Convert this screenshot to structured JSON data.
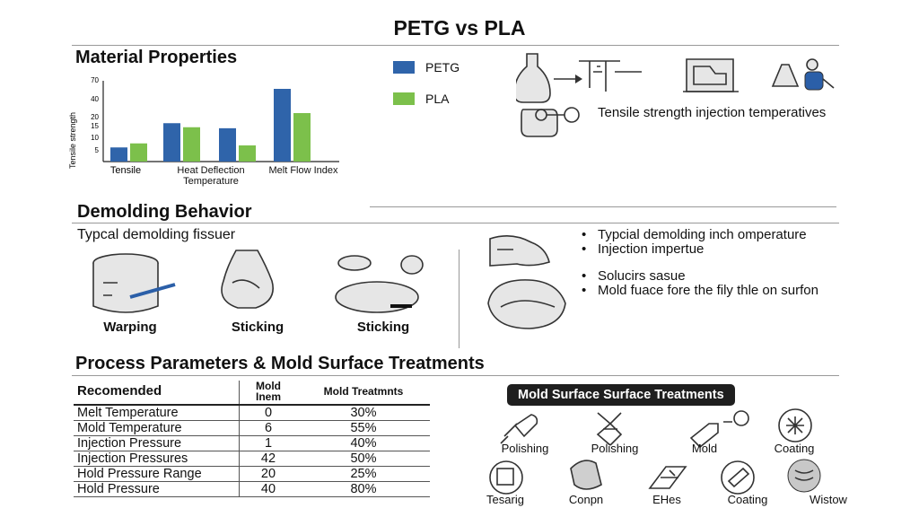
{
  "title": "PETG vs PLA",
  "material_properties": {
    "heading": "Material Properties",
    "legend": [
      {
        "label": "PETG",
        "color": "#2f64aa"
      },
      {
        "label": "PLA",
        "color": "#7cc04b"
      }
    ],
    "note": "Tensile strength injection temperatives"
  },
  "chart_data": {
    "type": "bar",
    "categories": [
      "Tensile",
      "Heat Deflection Temperature",
      "Melt Flow Index"
    ],
    "series": [
      {
        "name": "PETG",
        "values": [
          14,
          38,
          33,
          72
        ]
      },
      {
        "name": "PLA",
        "values": [
          18,
          34,
          16,
          48
        ]
      }
    ],
    "ylabel": "Tensile strength",
    "ytick_labels": [
      "70",
      "40",
      "20",
      "15",
      "10",
      "5"
    ],
    "ylim": [
      0,
      80
    ]
  },
  "demolding": {
    "heading": "Demolding Behavior",
    "subheading": "Typcal demolding fissuer",
    "labels": [
      "Warping",
      "Sticking",
      "Sticking"
    ],
    "bullets": [
      "Typcial demolding inch omperature",
      "Injection impertue",
      "Solucirs sasue",
      "Mold fuace fore the fily thle on surfon"
    ]
  },
  "process": {
    "heading": "Process Parameters & Mold Surface Treatments",
    "columns": [
      "Recomended",
      "Mold Inem",
      "Mold Treatmnts"
    ],
    "rows": [
      [
        "Melt Temperature",
        "0",
        "30%"
      ],
      [
        "Mold Temperature",
        "6",
        "55%"
      ],
      [
        "Injection Pressure",
        "1",
        "40%"
      ],
      [
        "Injection Pressures",
        "42",
        "50%"
      ],
      [
        "Hold Pressure Range",
        "20",
        "25%"
      ],
      [
        "Hold Pressure",
        "40",
        "80%"
      ]
    ]
  },
  "treatments": {
    "badge": "Mold Surface Surface Treatments",
    "row1": [
      "Polishing",
      "Polishing",
      "Mold",
      "Coating"
    ],
    "row2": [
      "Tesarig",
      "Conpn",
      "EHes",
      "Coating",
      "Wistow"
    ]
  }
}
